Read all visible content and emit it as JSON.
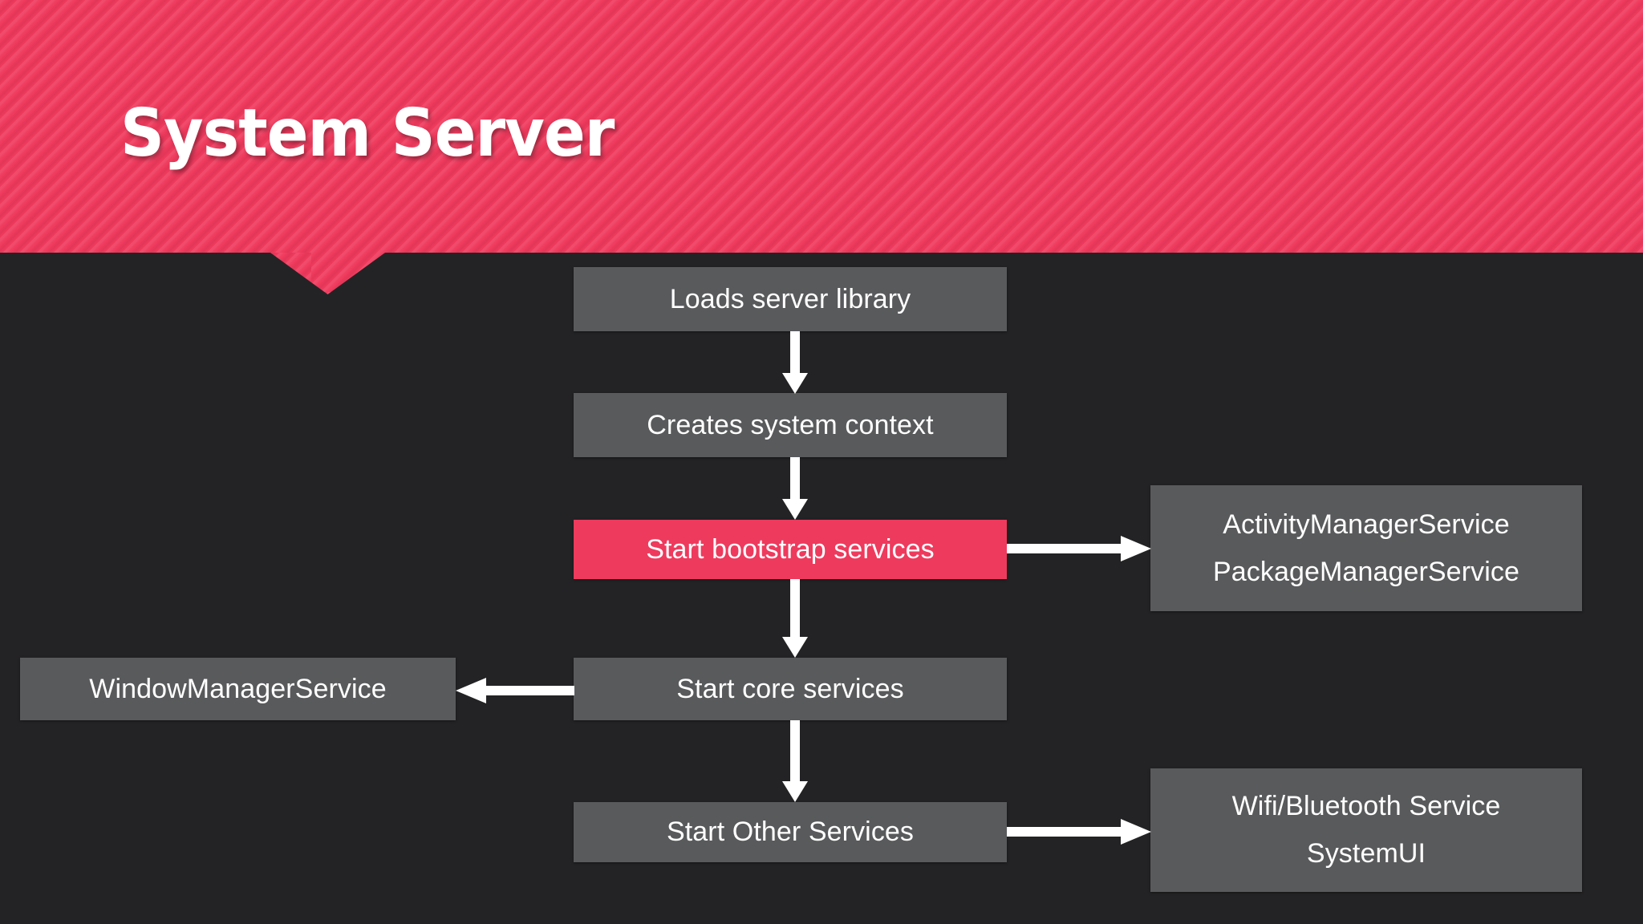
{
  "slide": {
    "title": "System Server",
    "background_color": "#232325",
    "accent_color": "#ee3a5d",
    "node_color": "#595a5c",
    "text_color": "#ffffff"
  },
  "header": {
    "title": "System Server",
    "pattern": "diagonal-stripes",
    "notch": "downward-triangle-notch"
  },
  "flow": {
    "main_nodes": [
      {
        "id": "loads-server-library",
        "label": "Loads server library",
        "highlight": false
      },
      {
        "id": "creates-system-context",
        "label": "Creates system context",
        "highlight": false
      },
      {
        "id": "start-bootstrap-services",
        "label": "Start bootstrap services",
        "highlight": true
      },
      {
        "id": "start-core-services",
        "label": "Start core services",
        "highlight": false
      },
      {
        "id": "start-other-services",
        "label": "Start Other Services",
        "highlight": false
      }
    ],
    "side_nodes": [
      {
        "id": "bootstrap-services-detail",
        "side": "right",
        "lines": [
          "ActivityManagerService",
          "PackageManagerService"
        ],
        "from": "start-bootstrap-services"
      },
      {
        "id": "core-services-detail",
        "side": "left",
        "lines": [
          "WindowManagerService"
        ],
        "from": "start-core-services"
      },
      {
        "id": "other-services-detail",
        "side": "right",
        "lines": [
          "Wifi/Bluetooth Service",
          "SystemUI"
        ],
        "from": "start-other-services"
      }
    ],
    "connectors": [
      {
        "id": "lib-to-context",
        "direction": "down",
        "from": "loads-server-library",
        "to": "creates-system-context"
      },
      {
        "id": "context-to-bootstrap",
        "direction": "down",
        "from": "creates-system-context",
        "to": "start-bootstrap-services"
      },
      {
        "id": "bootstrap-to-core",
        "direction": "down",
        "from": "start-bootstrap-services",
        "to": "start-core-services"
      },
      {
        "id": "core-to-other",
        "direction": "down",
        "from": "start-core-services",
        "to": "start-other-services"
      },
      {
        "id": "bootstrap-to-ams",
        "direction": "right",
        "from": "start-bootstrap-services",
        "to": "bootstrap-services-detail"
      },
      {
        "id": "core-to-wms",
        "direction": "left",
        "from": "start-core-services",
        "to": "core-services-detail"
      },
      {
        "id": "other-to-wifi",
        "direction": "right",
        "from": "start-other-services",
        "to": "other-services-detail"
      }
    ]
  }
}
